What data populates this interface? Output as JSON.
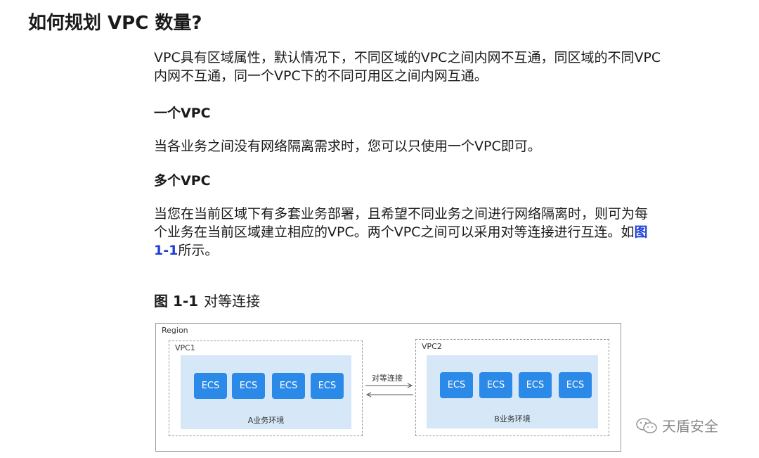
{
  "heading": "如何规划 VPC 数量?",
  "intro": {
    "line1": "VPC具有区域属性，默认情况下，不同区域的VPC之间内网不互通，同区域的不同VPC",
    "line2": "内网不互通，同一个VPC下的不同可用区之间内网互通。"
  },
  "one_vpc": {
    "title": "一个VPC",
    "text": "当各业务之间没有网络隔离需求时，您可以只使用一个VPC即可。"
  },
  "multi_vpc": {
    "title": "多个VPC",
    "line1": "当您在当前区域下有多套业务部署，且希望不同业务之间进行网络隔离时，则可为每",
    "line2": "个业务在当前区域建立相应的VPC。两个VPC之间可以采用对等连接进行互连。如",
    "link_part1": "图",
    "link_part2": "1-1",
    "line3_rest": "所示。"
  },
  "figure": {
    "number": "图 1-1",
    "caption": "对等连接",
    "region_label": "Region",
    "vpc1": {
      "label": "VPC1",
      "env_label": "A业务环境",
      "nodes": [
        "ECS",
        "ECS",
        "ECS",
        "ECS"
      ]
    },
    "vpc2": {
      "label": "VPC2",
      "env_label": "B业务环境",
      "nodes": [
        "ECS",
        "ECS",
        "ECS",
        "ECS"
      ]
    },
    "peering_label": "对等连接"
  },
  "watermark": "天盾安全",
  "colors": {
    "ecs": "#2b8ae8",
    "env_bg": "#d6e8f7",
    "link": "#1f3fd6"
  }
}
